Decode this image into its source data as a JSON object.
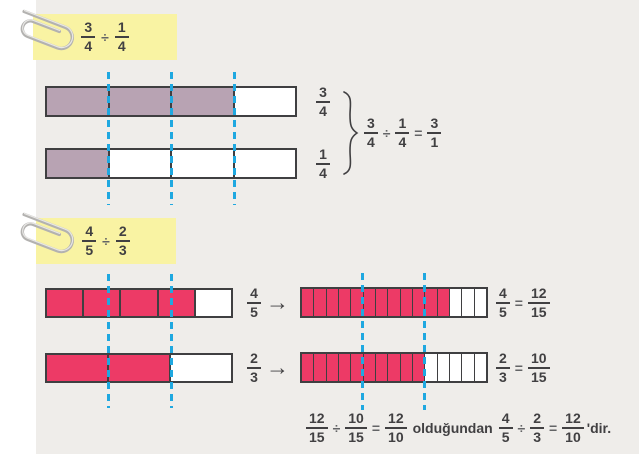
{
  "colors": {
    "page_bg": "#ffffff",
    "panel_bg": "#efedea",
    "note_yellow": "#f9f3a3",
    "mauve": "#b8a3b3",
    "pink": "#ed3a66",
    "dash_cyan": "#1fa8e0",
    "bar_border": "#3f3f41",
    "text": "#414042",
    "op_gray": "#636466"
  },
  "section1": {
    "note": {
      "n1": "3",
      "d1": "4",
      "op": "÷",
      "n2": "1",
      "d2": "4"
    },
    "bar_top_label": {
      "n": "3",
      "d": "4"
    },
    "bar_bottom_label": {
      "n": "1",
      "d": "4"
    },
    "equation": {
      "n1": "3",
      "d1": "4",
      "op": "÷",
      "n2": "1",
      "d2": "4",
      "eq": "=",
      "n3": "3",
      "d3": "1"
    },
    "bars": {
      "top": {
        "cells": 4,
        "shaded": 3
      },
      "bottom": {
        "cells": 4,
        "shaded": 1
      }
    }
  },
  "section2": {
    "note": {
      "n1": "4",
      "d1": "5",
      "op": "÷",
      "n2": "2",
      "d2": "3"
    },
    "row1": {
      "label": {
        "n": "4",
        "d": "5"
      },
      "arrow": "→",
      "equation": {
        "n1": "4",
        "d1": "5",
        "eq": "=",
        "n2": "12",
        "d2": "15"
      },
      "bar_left": {
        "cells": 5,
        "shaded": 4
      },
      "bar_right": {
        "cells": 15,
        "shaded": 12
      }
    },
    "row2": {
      "label": {
        "n": "2",
        "d": "3"
      },
      "arrow": "→",
      "equation": {
        "n1": "2",
        "d1": "3",
        "eq": "=",
        "n2": "10",
        "d2": "15"
      },
      "bar_left": {
        "cells": 3,
        "shaded": 2
      },
      "bar_right": {
        "cells": 15,
        "shaded": 10
      }
    },
    "conclusion": {
      "n1": "12",
      "d1": "15",
      "op1": "÷",
      "n2": "10",
      "d2": "15",
      "eq1": "=",
      "n3": "12",
      "d3": "10",
      "connector": "olduğundan",
      "n4": "4",
      "d4": "5",
      "op2": "÷",
      "n5": "2",
      "d5": "3",
      "eq2": "=",
      "n6": "12",
      "d6": "10",
      "suffix": "'dir."
    }
  }
}
